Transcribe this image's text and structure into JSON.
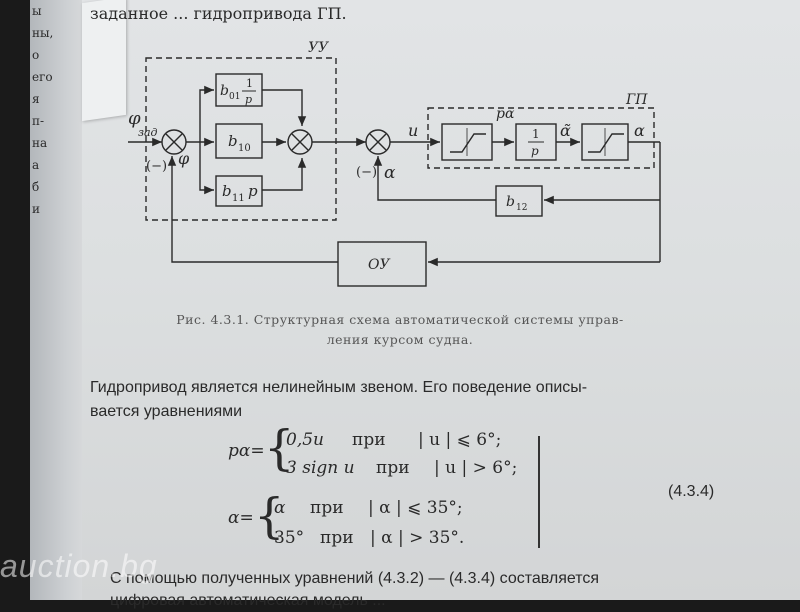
{
  "top_line": "заданное ... гидропривода ГП.",
  "left_fragments": [
    "ы",
    "ны,",
    "о",
    "его",
    "я",
    "п-",
    "на",
    "а",
    "б",
    "и"
  ],
  "diagram": {
    "labels": {
      "uu": "УУ",
      "gp": "ГП",
      "phi": "φ",
      "zad": "зад",
      "minus1": "(−)",
      "phi2": "φ",
      "b01": "b",
      "b01_sub": "01",
      "b01_frac_num": "1",
      "b01_frac_den": "p",
      "b10": "b",
      "b10_sub": "10",
      "b11": "b",
      "b11_sub": "11",
      "b11_p": "p",
      "u": "u",
      "minus2": "(−)",
      "alpha_fb": "α",
      "p_alpha": "pα",
      "one": "1",
      "p": "p",
      "alpha_tilde": "α̃",
      "alpha_out": "α",
      "b12": "b",
      "b12_sub": "12",
      "ou": "ОУ"
    }
  },
  "caption": {
    "line1": "Рис. 4.3.1. Структурная схема автоматической системы управ-",
    "line2": "ления курсом судна."
  },
  "paragraph": {
    "line1": "Гидропривод является нелинейным звеном. Его поведение описы-",
    "line2": "вается уравнениями"
  },
  "equation": {
    "lhs1": "pα=",
    "row1": {
      "expr": "0,5u",
      "cond": "при",
      "abs": "| u | ⩽ 6°;"
    },
    "row2": {
      "expr": "3 sign u",
      "cond": "при",
      "abs": "| u | > 6°;"
    },
    "lhs2": "α=",
    "row3": {
      "expr": "α",
      "cond": "при",
      "abs": "| α | ⩽ 35°;"
    },
    "row4": {
      "expr": "35°",
      "cond": "при",
      "abs": "| α | > 35°."
    },
    "number": "(4.3.4)"
  },
  "bottom": {
    "line1": "С помощью полученных уравнений (4.3.2) — (4.3.4) составляется",
    "line2": "цифровая автоматическая модель ..."
  },
  "watermark": "auction.bg"
}
